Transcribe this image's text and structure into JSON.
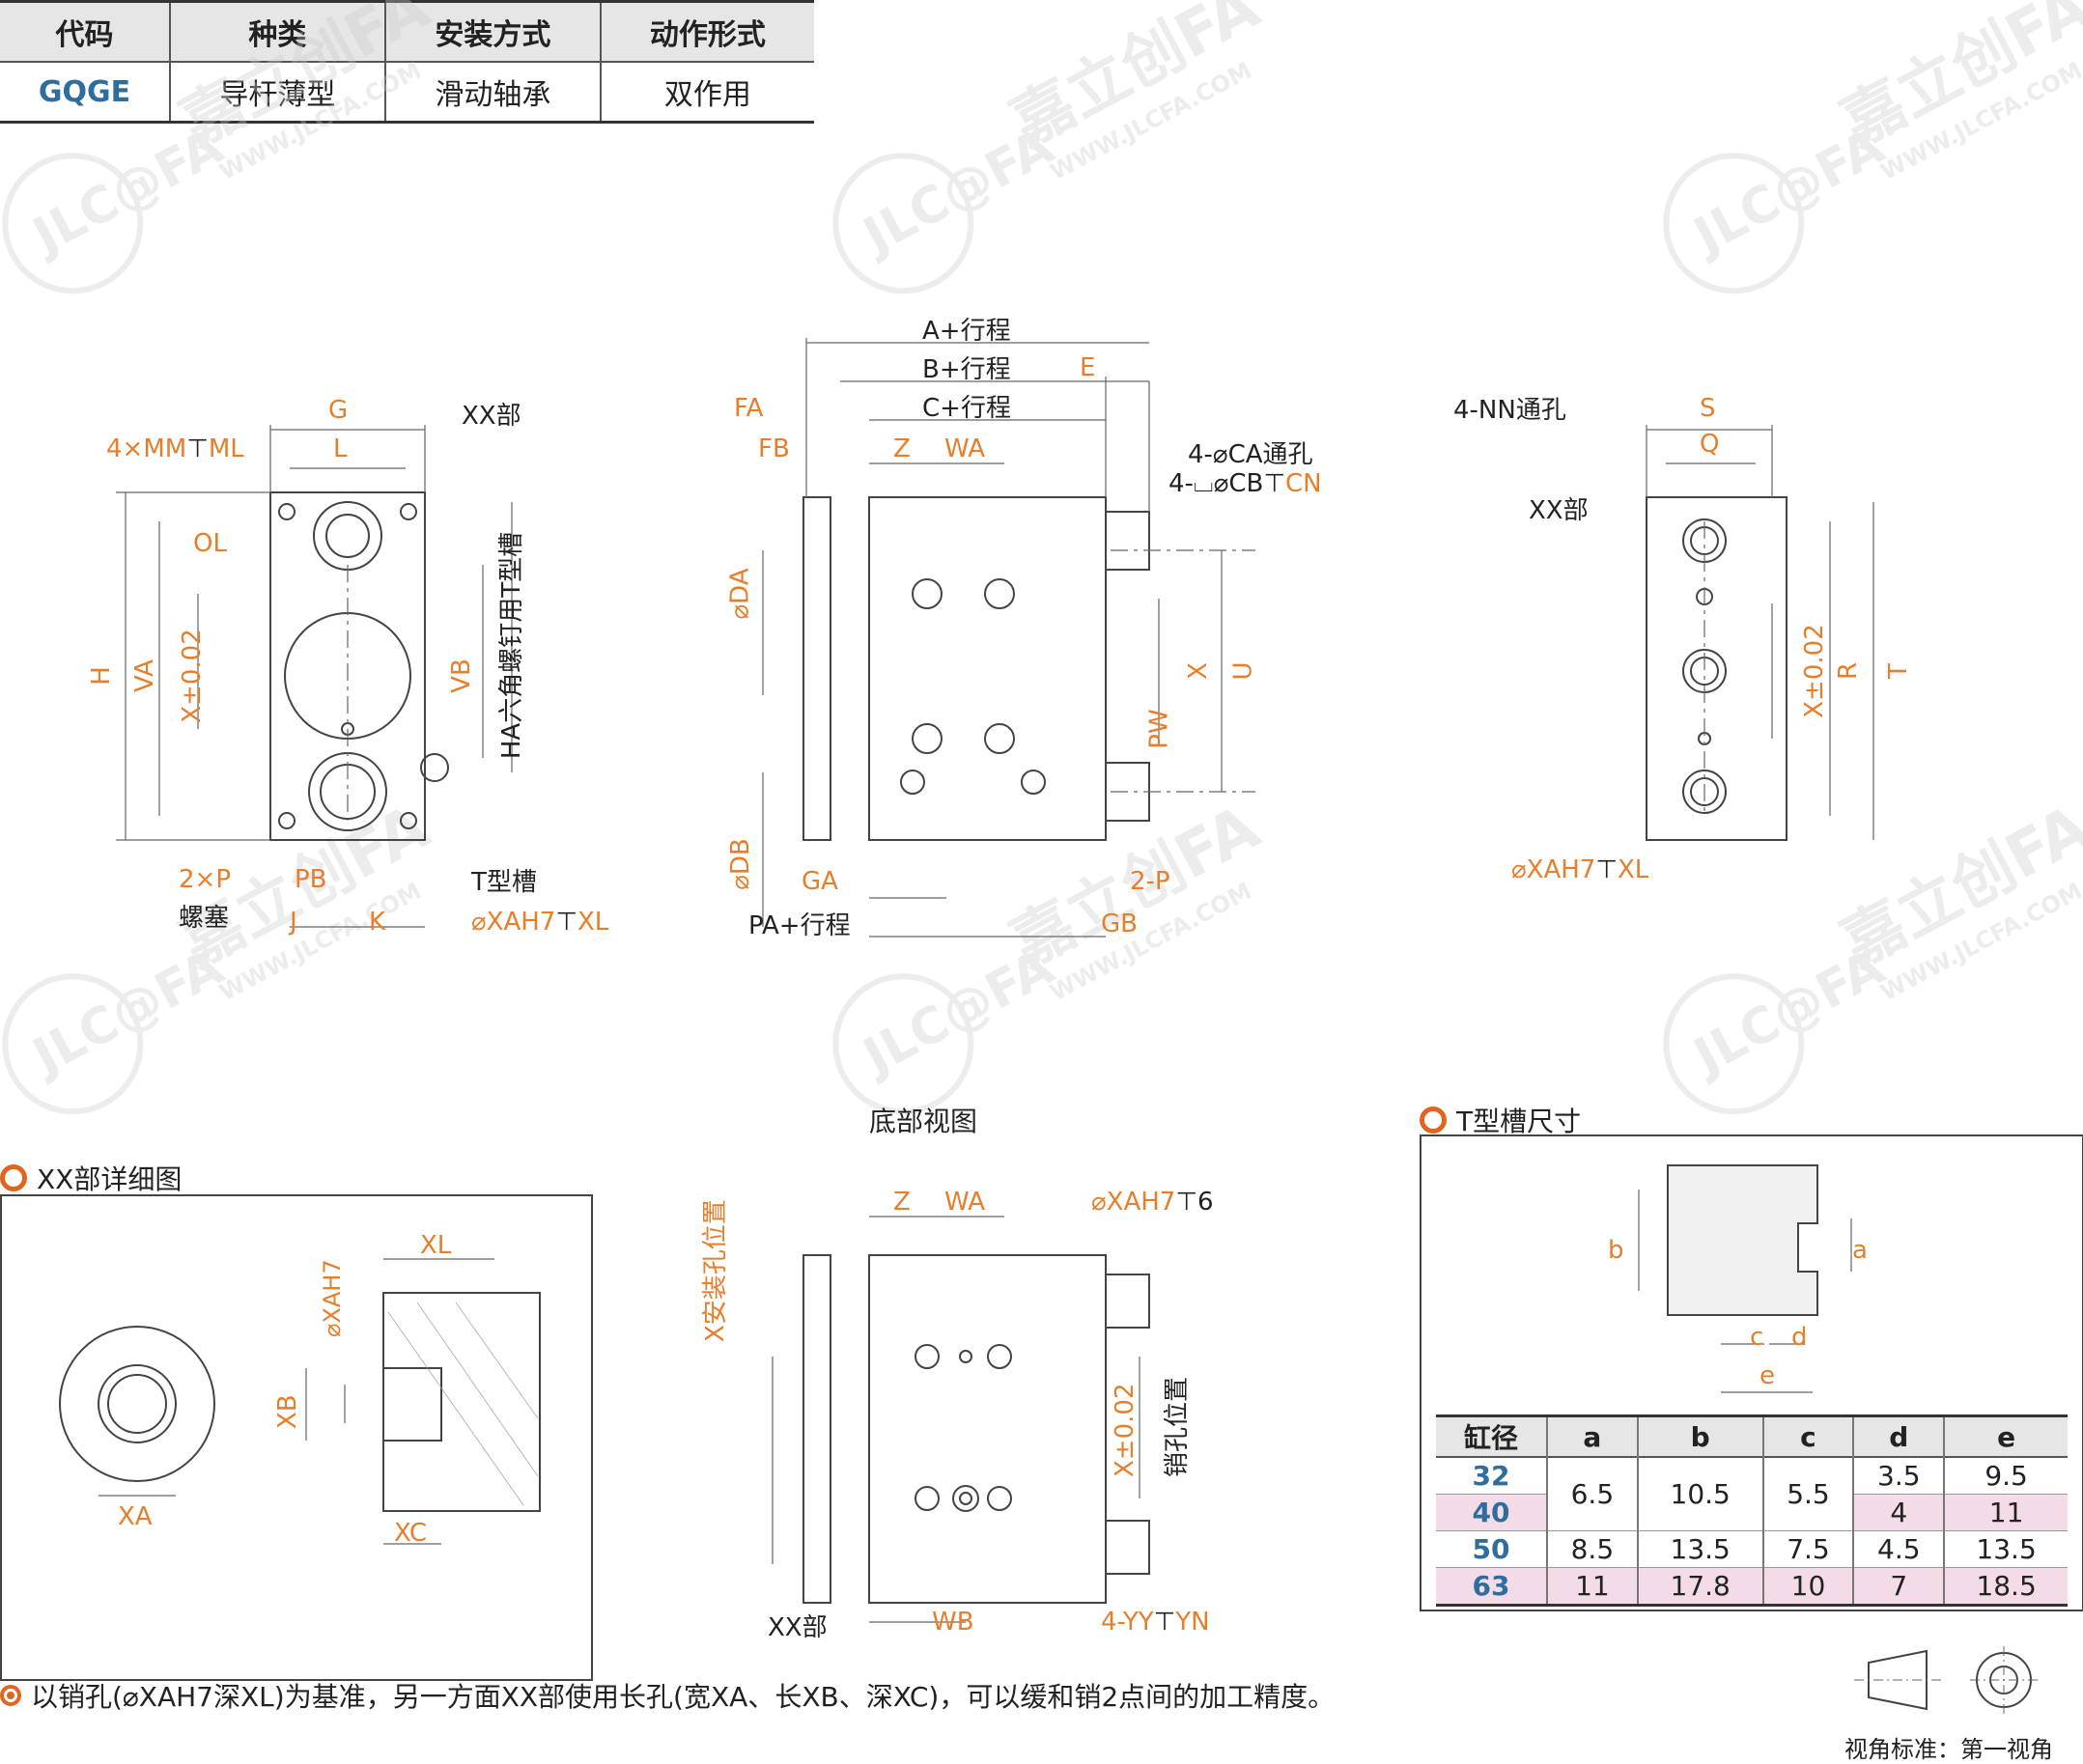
{
  "spec_table": {
    "headers": [
      "代码",
      "种类",
      "安装方式",
      "动作形式"
    ],
    "row": [
      "GQGE",
      "导杆薄型",
      "滑动轴承",
      "双作用"
    ]
  },
  "watermark": {
    "brand": "嘉立创FA",
    "logo": "JLC@FA",
    "url": "WWW.JLCFA.COM"
  },
  "front_view": {
    "labels": [
      "4×MM",
      "ML",
      "G",
      "L",
      "XX部",
      "OL",
      "H",
      "VA",
      "X±0.02",
      "VB",
      "HA六角螺钉用T型槽",
      "2×P",
      "螺塞",
      "PB",
      "J",
      "K",
      "T型槽",
      "⌀XAH7",
      "XL"
    ]
  },
  "side_view": {
    "labels": [
      "A+行程",
      "B+行程",
      "C+行程",
      "E",
      "FA",
      "FB",
      "Z",
      "WA",
      "4-⌀CA通孔",
      "4-⌴⌀CB",
      "CN",
      "⌀DA",
      "X",
      "U",
      "PW",
      "⌀DB",
      "2-P",
      "GA",
      "PA+行程",
      "GB"
    ]
  },
  "end_view": {
    "labels": [
      "4-NN通孔",
      "S",
      "Q",
      "XX部",
      "R",
      "X±0.02",
      "T",
      "⌀XAH7",
      "XL"
    ]
  },
  "bottom_view": {
    "title": "底部视图",
    "labels": [
      "Z",
      "WA",
      "⌀XAH7",
      "6",
      "X安装孔位置",
      "X±0.02",
      "销孔位置",
      "XX部",
      "WB",
      "4-YY",
      "YN"
    ]
  },
  "xx_detail": {
    "title": "XX部详细图",
    "labels": [
      "XL",
      "⌀XAH7",
      "XB",
      "XA",
      "XC"
    ]
  },
  "t_slot": {
    "title": "T型槽尺寸",
    "labels": [
      "b",
      "a",
      "c",
      "d",
      "e"
    ],
    "table": {
      "headers": [
        "缸径",
        "a",
        "b",
        "c",
        "d",
        "e"
      ],
      "bores": [
        "32",
        "40",
        "50",
        "63"
      ],
      "a": [
        "6.5",
        "8.5",
        "11"
      ],
      "b": [
        "10.5",
        "13.5",
        "17.8"
      ],
      "c": [
        "5.5",
        "7.5",
        "10"
      ],
      "d": [
        "3.5",
        "4",
        "4.5",
        "7"
      ],
      "e": [
        "9.5",
        "11",
        "13.5",
        "18.5"
      ]
    }
  },
  "note": "以销孔(⌀XAH7深XL)为基准，另一方面XX部使用长孔(宽XA、长XB、深XC)，可以缓和销2点间的加工精度。",
  "projection": {
    "label": "视角标准：第一视角"
  },
  "colors": {
    "accent": "#e0661f",
    "dim": "#e87d2a",
    "code": "#2e6d9e",
    "highlight_row": "#f3dce7",
    "header": "#e6e6e6"
  }
}
